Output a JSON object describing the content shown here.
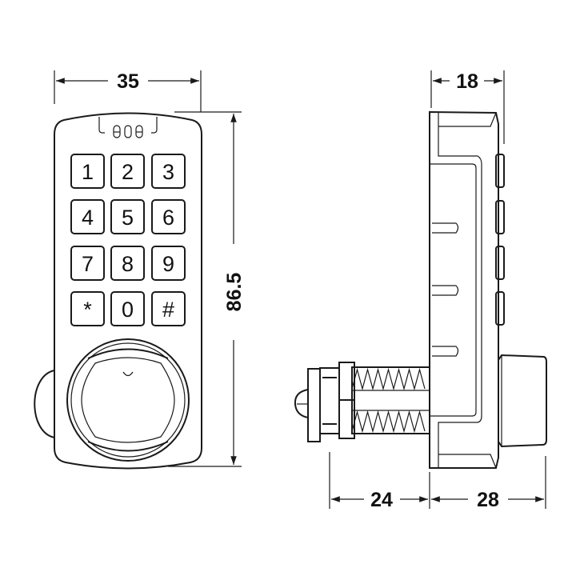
{
  "dimensions": {
    "front_width": "35",
    "front_height": "86.5",
    "side_depth": "18",
    "spindle_length": "24",
    "knob_depth": "28"
  },
  "keypad": {
    "keys": [
      "1",
      "2",
      "3",
      "4",
      "5",
      "6",
      "7",
      "8",
      "9",
      "*",
      "0",
      "#"
    ]
  },
  "colors": {
    "line": "#1a1a1a",
    "background": "#ffffff"
  }
}
